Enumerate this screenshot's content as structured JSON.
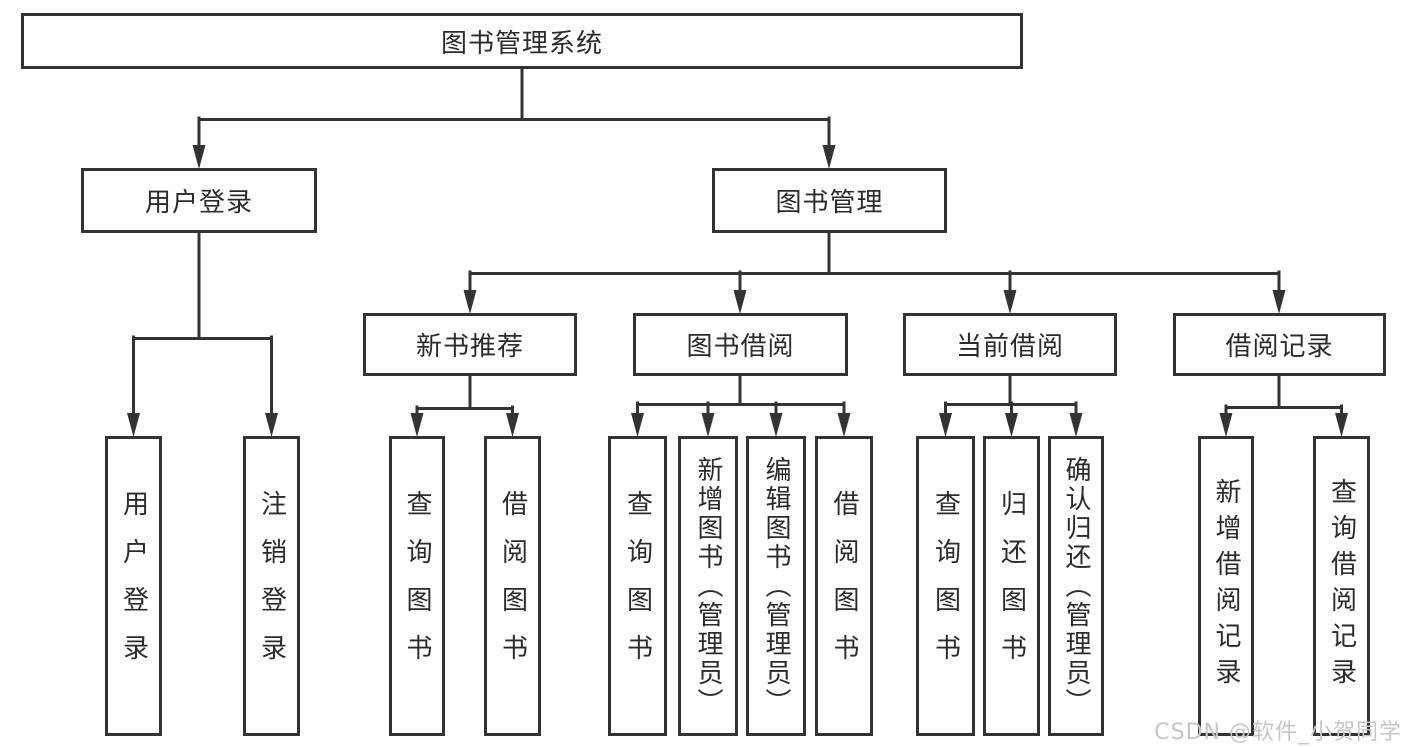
{
  "diagram": {
    "root": {
      "label": "图书管理系统",
      "children": [
        {
          "label": "用户登录",
          "children": [
            {
              "label": "用户登录"
            },
            {
              "label": "注销登录"
            }
          ]
        },
        {
          "label": "图书管理",
          "children": [
            {
              "label": "新书推荐",
              "children": [
                {
                  "label": "查询图书"
                },
                {
                  "label": "借阅图书"
                }
              ]
            },
            {
              "label": "图书借阅",
              "children": [
                {
                  "label": "查询图书"
                },
                {
                  "label": "新增图书（管理员）"
                },
                {
                  "label": "编辑图书（管理员）"
                },
                {
                  "label": "借阅图书"
                }
              ]
            },
            {
              "label": "当前借阅",
              "children": [
                {
                  "label": "查询图书"
                },
                {
                  "label": "归还图书"
                },
                {
                  "label": "确认归还（管理员）"
                }
              ]
            },
            {
              "label": "借阅记录",
              "children": [
                {
                  "label": "新增借阅记录"
                },
                {
                  "label": "查询借阅记录"
                }
              ]
            }
          ]
        }
      ]
    }
  },
  "watermark": {
    "text": "CSDN @软件_小贺同学"
  },
  "colors": {
    "line": "#333333",
    "box_border": "#333333",
    "box_fill": "#ffffff",
    "text": "#2b2b2b",
    "watermark": "#c6c6c6",
    "background": "#ffffff"
  }
}
